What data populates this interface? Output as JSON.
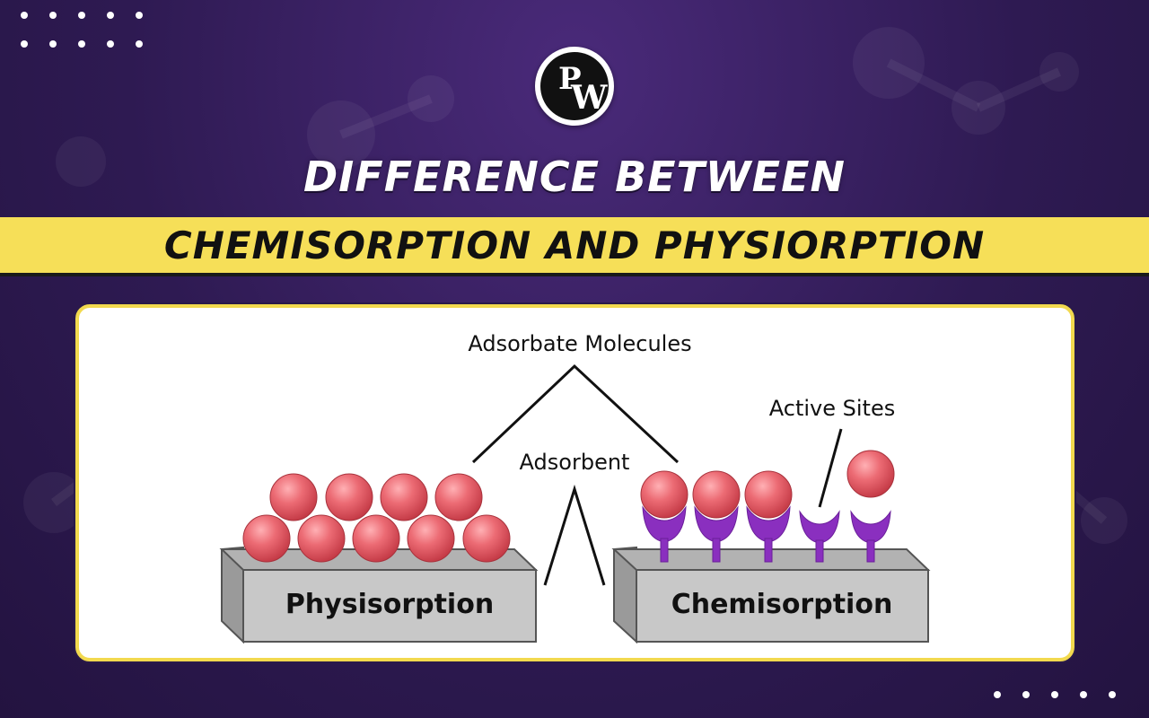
{
  "header": {
    "logo_text": "PW",
    "title_line1": "DIFFERENCE BETWEEN",
    "title_line2": "CHEMISORPTION AND PHYSIORPTION"
  },
  "diagram": {
    "label_adsorbate": "Adsorbate Molecules",
    "label_adsorbent": "Adsorbent",
    "label_active_sites": "Active Sites",
    "block_left_label": "Physisorption",
    "block_right_label": "Chemisorption"
  },
  "colors": {
    "background": "#2e1a52",
    "band": "#f6df58",
    "panel_border": "#f2d94e",
    "sphere": "#e85a64",
    "active_site": "#8a2fbf",
    "block": "#c8c8c8"
  }
}
